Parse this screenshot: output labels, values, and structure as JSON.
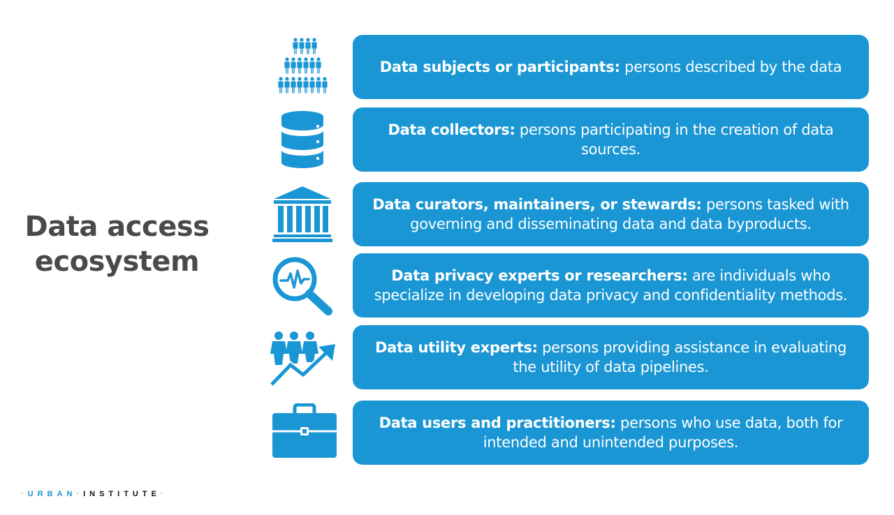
{
  "title": {
    "line1": "Data access",
    "line2": "ecosystem"
  },
  "colors": {
    "accent": "#1a96d4",
    "title_text": "#4a4a4a",
    "box_text": "#ffffff"
  },
  "rows": [
    {
      "icon": "crowd-icon",
      "term": "Data subjects or participants:",
      "description": " persons described by the data"
    },
    {
      "icon": "database-icon",
      "term": "Data collectors:",
      "description": " persons participating in the creation of data sources."
    },
    {
      "icon": "institution-icon",
      "term": "Data curators, maintainers, or stewards:",
      "description": " persons tasked with governing and disseminating data and data byproducts."
    },
    {
      "icon": "magnifier-analytics-icon",
      "term": "Data privacy experts or researchers:",
      "description": " are individuals who specialize in developing data privacy and confidentiality methods."
    },
    {
      "icon": "team-growth-icon",
      "term": "Data utility experts:",
      "description": " persons providing assistance in evaluating the utility of data pipelines."
    },
    {
      "icon": "briefcase-icon",
      "term": "Data users and practitioners:",
      "description": " persons who use data, both for intended and unintended purposes."
    }
  ],
  "footer": {
    "brand_part1": "URBAN",
    "brand_part2": "INSTITUTE"
  }
}
